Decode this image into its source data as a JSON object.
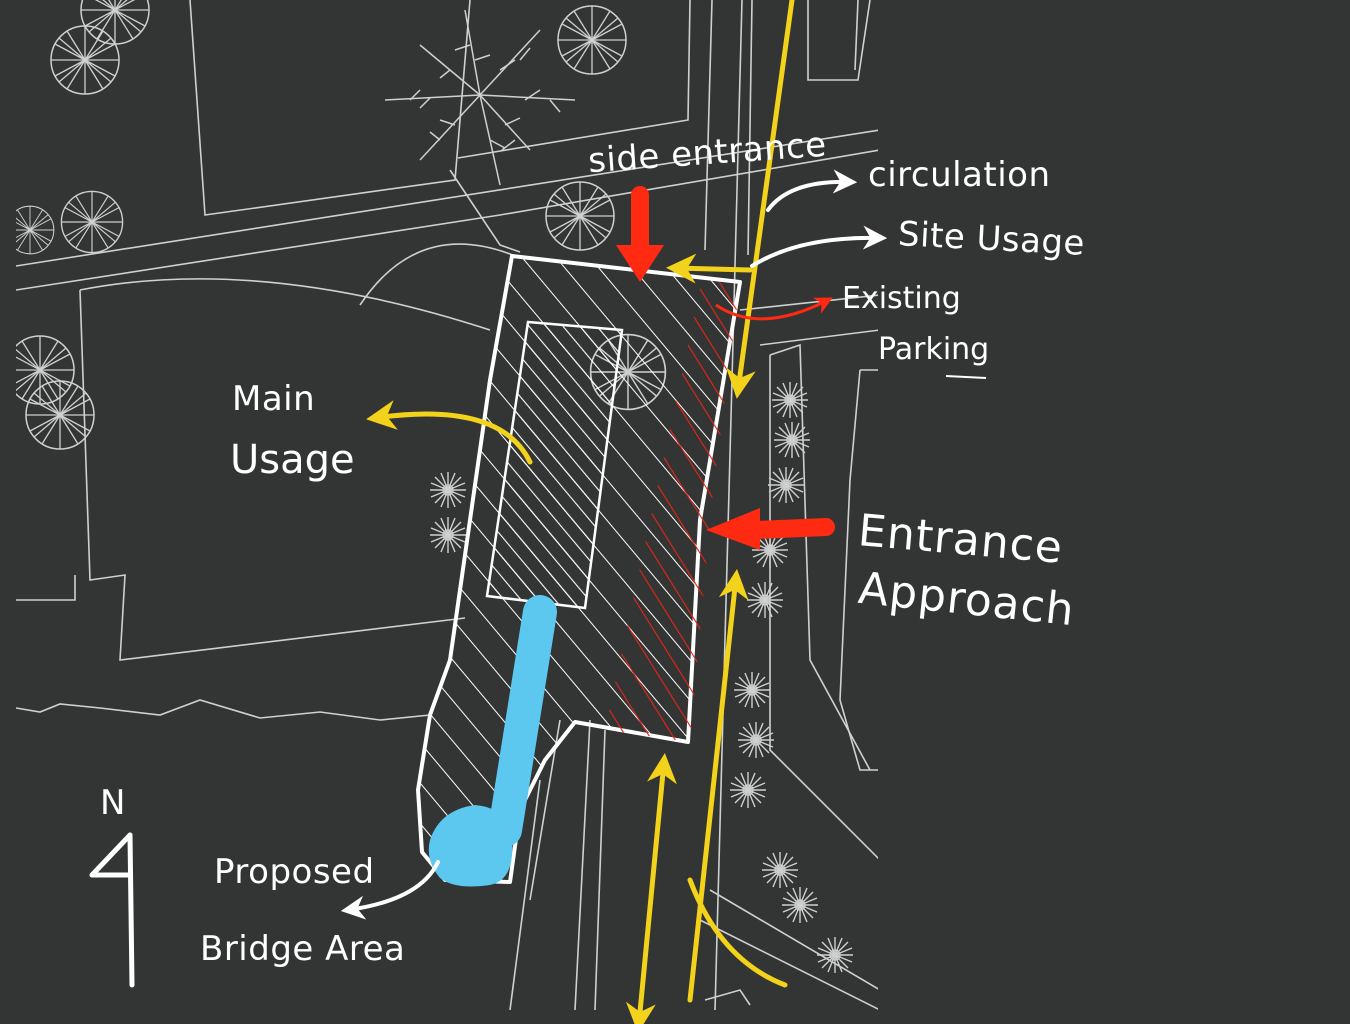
{
  "labels": {
    "side_entrance": "side entrance",
    "circulation": "circulation",
    "site_usage": "Site Usage",
    "existing": "Existing",
    "parking": "Parking",
    "main": "Main",
    "usage": "Usage",
    "entrance": "Entrance",
    "approach": "Approach",
    "proposed": "Proposed",
    "bridge_area": "Bridge Area",
    "north": "N"
  },
  "colors": {
    "background": "#333434",
    "linework": "#cfd1d1",
    "annotation": "#ffffff",
    "circulation": "#f2d21a",
    "entrance": "#ff2a12",
    "parking_hatch": "#e82414",
    "bridge": "#5cc8f0"
  },
  "icons": {
    "north_arrow": "north-arrow-icon",
    "tree_symbol": "tree-icon",
    "palm_symbol": "palm-tree-icon",
    "shrub_symbol": "shrub-icon"
  }
}
